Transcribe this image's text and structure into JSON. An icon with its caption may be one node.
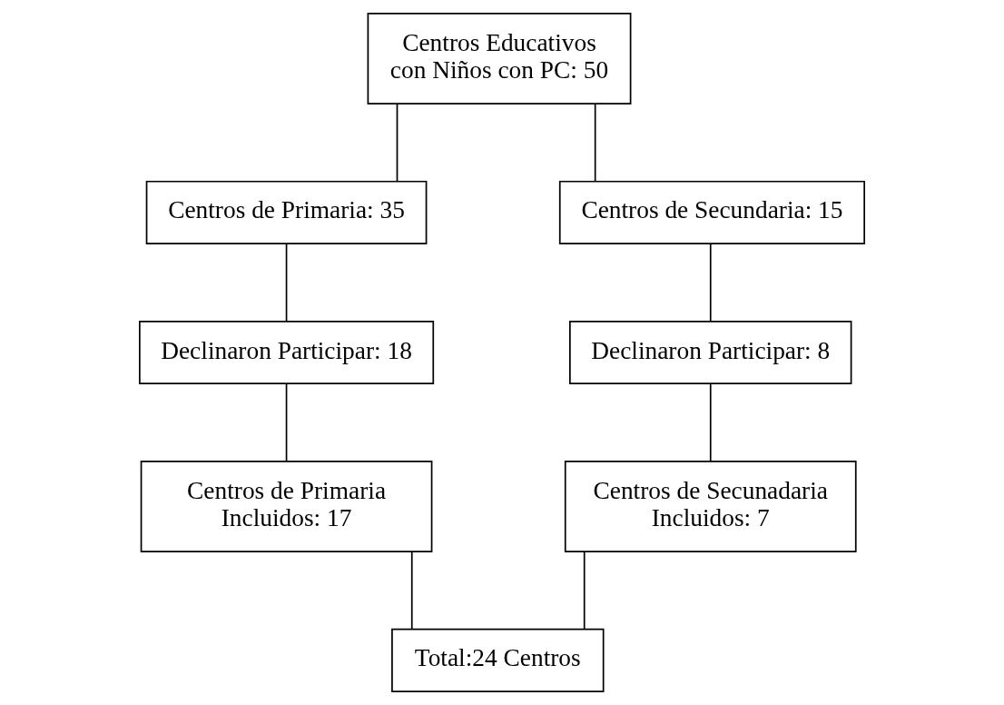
{
  "diagram": {
    "nodes": [
      {
        "text": [
          "Centros Educativos con Niños con PC: 50"
        ]
      },
      {
        "text": [
          "Centros de Primaria: 35"
        ]
      },
      {
        "text": [
          "Centros de Secundaria: 15"
        ]
      },
      {
        "text": [
          "Declinaron Participar: 18"
        ]
      },
      {
        "text": [
          "Declinaron Participar: 8"
        ]
      },
      {
        "text": [
          "Centros de Primaria Incluidos: 17"
        ]
      },
      {
        "text": [
          "Centros de Secunadaria Incluidos: 7"
        ]
      },
      {
        "text": [
          "Total:24 Centros"
        ]
      }
    ],
    "edges": [
      {
        "from": 0,
        "to": 1,
        "arrow": "none"
      },
      {
        "from": 0,
        "to": 2,
        "arrow": "none"
      },
      {
        "from": 1,
        "to": 3,
        "arrow": "none"
      },
      {
        "from": 3,
        "to": 5,
        "arrow": "none"
      },
      {
        "from": 2,
        "to": 4,
        "arrow": "none"
      },
      {
        "from": 4,
        "to": 6,
        "arrow": "none"
      },
      {
        "from": 5,
        "to": 7,
        "arrow": "none"
      },
      {
        "from": 6,
        "to": 7,
        "arrow": "none"
      }
    ]
  }
}
